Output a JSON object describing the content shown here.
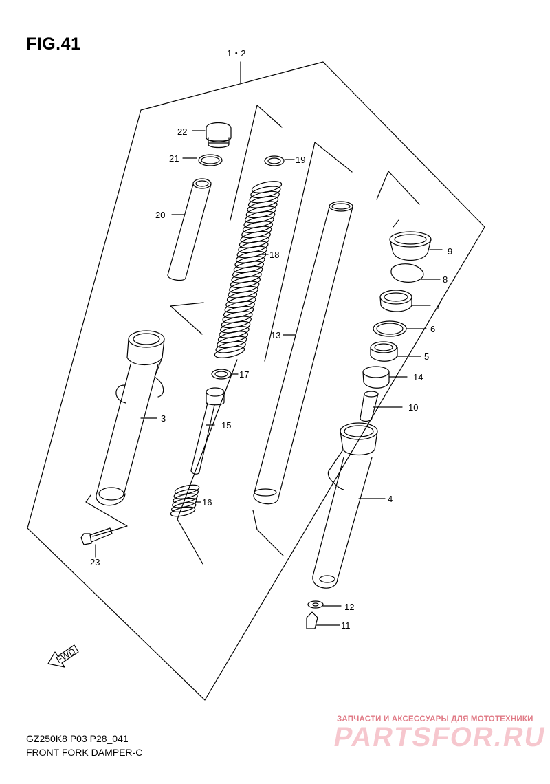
{
  "figure": {
    "title": "FIG.41"
  },
  "assembly_label": "1・2",
  "parts": [
    {
      "id": "22",
      "label": "22"
    },
    {
      "id": "21",
      "label": "21"
    },
    {
      "id": "20",
      "label": "20"
    },
    {
      "id": "19",
      "label": "19"
    },
    {
      "id": "18",
      "label": "18"
    },
    {
      "id": "17",
      "label": "17"
    },
    {
      "id": "16",
      "label": "16"
    },
    {
      "id": "15",
      "label": "15"
    },
    {
      "id": "14",
      "label": "14"
    },
    {
      "id": "13",
      "label": "13"
    },
    {
      "id": "12",
      "label": "12"
    },
    {
      "id": "11",
      "label": "11"
    },
    {
      "id": "10",
      "label": "10"
    },
    {
      "id": "9",
      "label": "9"
    },
    {
      "id": "8",
      "label": "8"
    },
    {
      "id": "7",
      "label": "7"
    },
    {
      "id": "6",
      "label": "6"
    },
    {
      "id": "5",
      "label": "5"
    },
    {
      "id": "4",
      "label": "4"
    },
    {
      "id": "3",
      "label": "3"
    },
    {
      "id": "23",
      "label": "23"
    }
  ],
  "fwd_label": "FWD",
  "caption": {
    "code": "GZ250K8 P03 P28_041",
    "name": "FRONT FORK DAMPER-C"
  },
  "watermark": {
    "tagline": "ЗАПЧАСТИ И АКСЕССУАРЫ ДЛЯ МОТОТЕХНИКИ",
    "brand": "PARTSFOR.RU"
  },
  "colors": {
    "line": "#000000",
    "watermark": "#e07a86"
  }
}
